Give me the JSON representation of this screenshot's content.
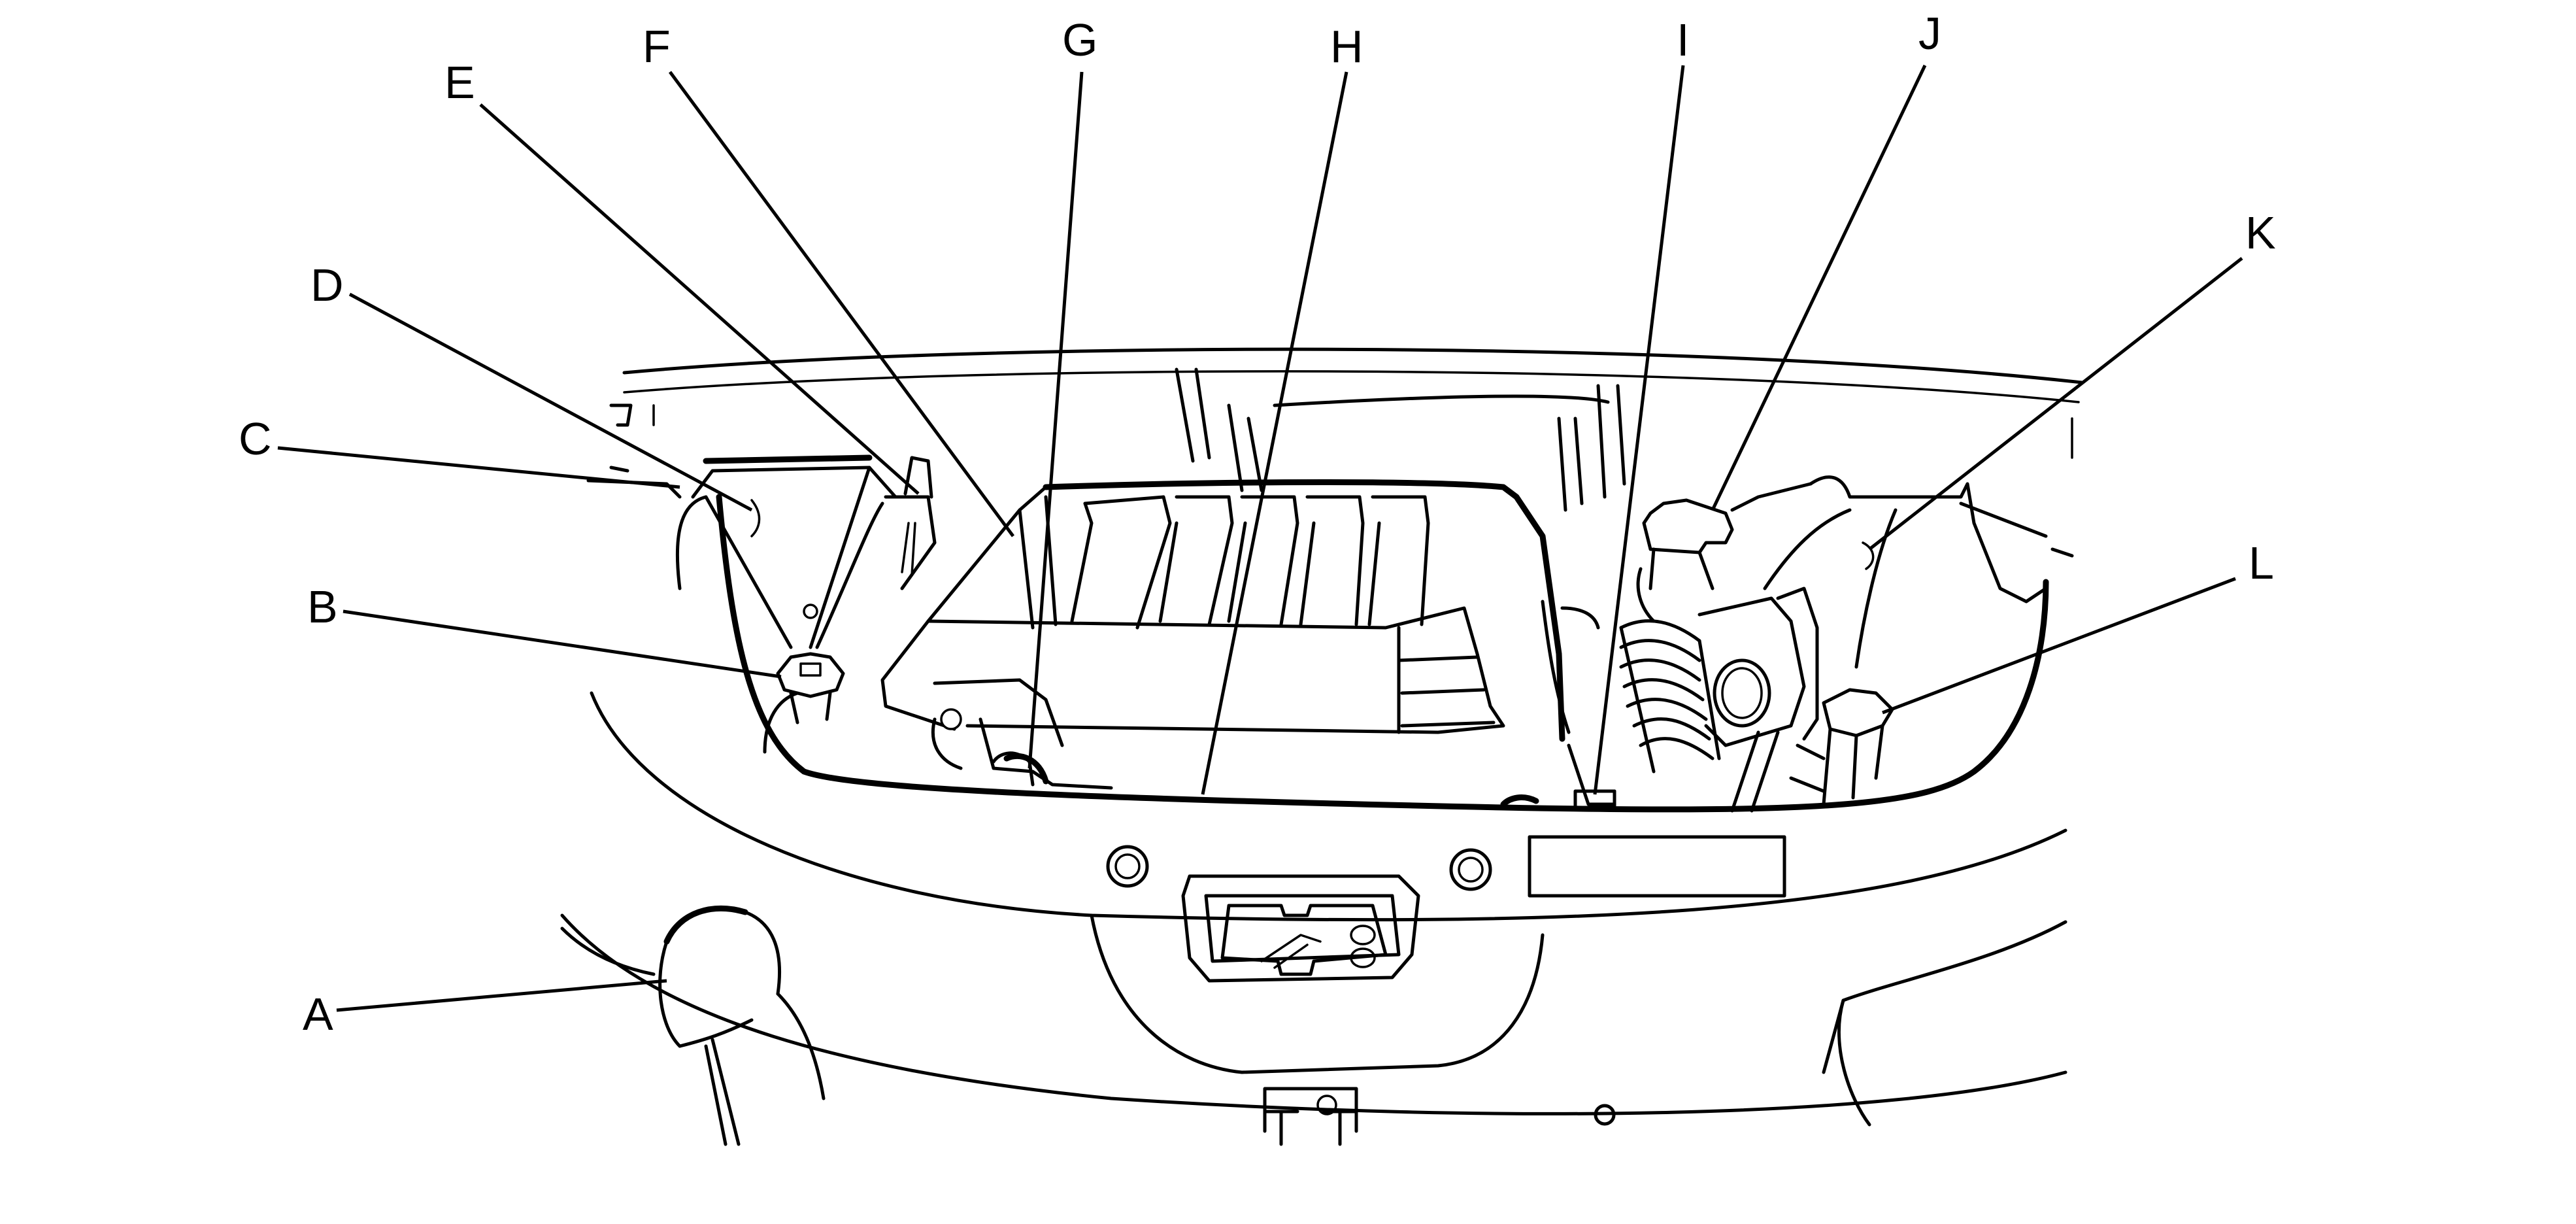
{
  "callouts": [
    {
      "id": "A",
      "label": "A"
    },
    {
      "id": "B",
      "label": "B"
    },
    {
      "id": "C",
      "label": "C"
    },
    {
      "id": "D",
      "label": "D"
    },
    {
      "id": "E",
      "label": "E"
    },
    {
      "id": "F",
      "label": "F"
    },
    {
      "id": "G",
      "label": "G"
    },
    {
      "id": "H",
      "label": "H"
    },
    {
      "id": "I",
      "label": "I"
    },
    {
      "id": "J",
      "label": "J"
    },
    {
      "id": "K",
      "label": "K"
    },
    {
      "id": "L",
      "label": "L"
    }
  ],
  "colors": {
    "line": "#000000",
    "background": "#ffffff"
  }
}
